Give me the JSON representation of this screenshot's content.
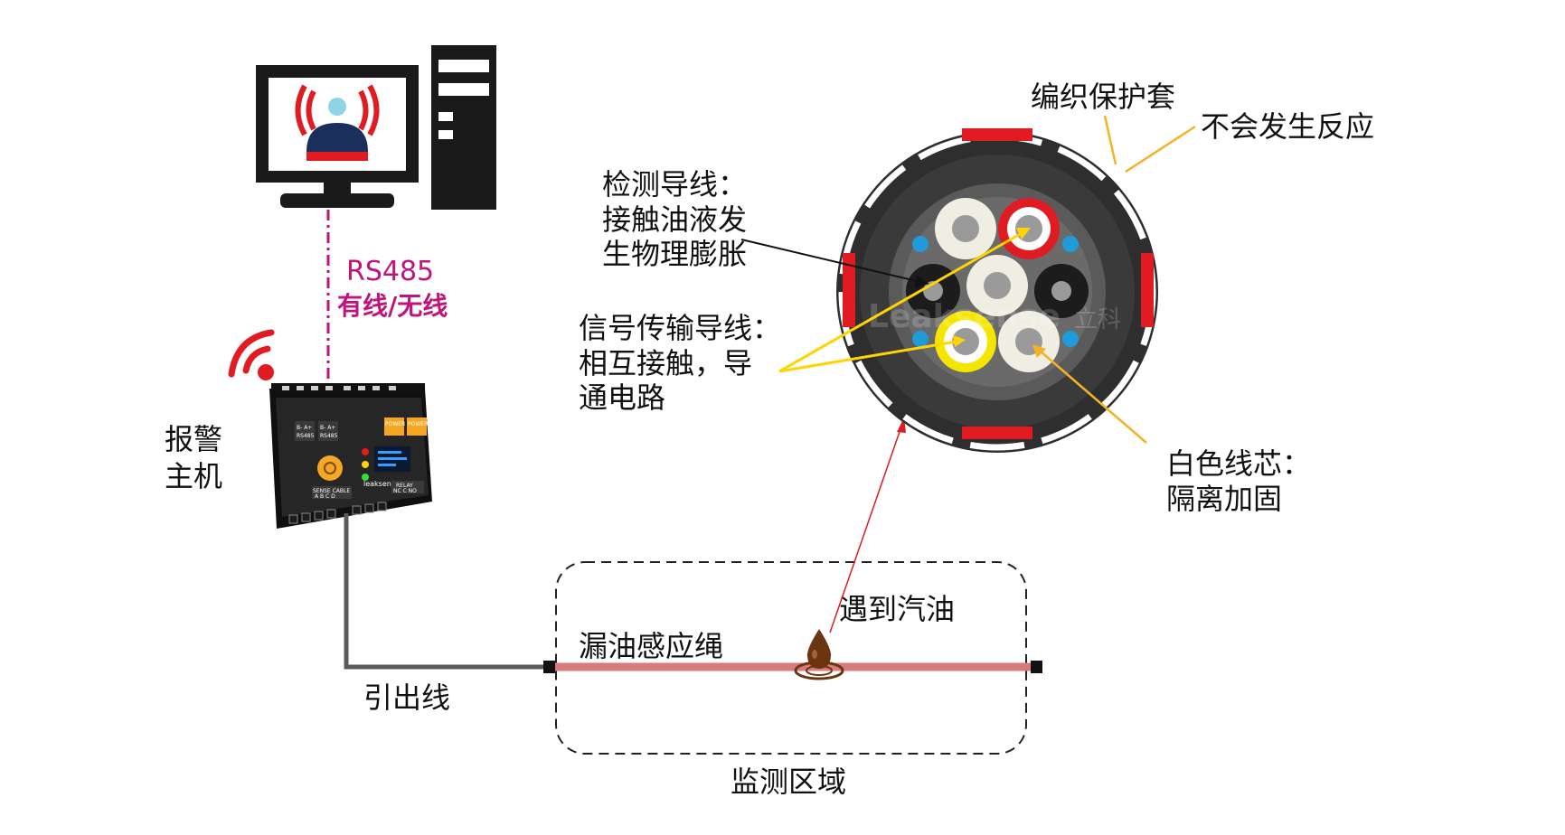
{
  "colors": {
    "accent_red": "#e01b22",
    "rs485_magenta": "#c0147a",
    "rope_pink": "#d97a7a",
    "pointer_yellow": "#ffd400",
    "pointer_orange": "#f5b324",
    "oil_brown": "#6b3512",
    "device_dark": "#1f1f1f"
  },
  "icons": [
    "computer-monitor-icon",
    "computer-tower-icon",
    "user-alarm-icon",
    "wifi-signal-icon",
    "oil-drop-icon"
  ],
  "labels": {
    "rs485": "RS485",
    "wired_wireless": "有线/无线",
    "alarm_host_line1": "报警",
    "alarm_host_line2": "主机",
    "lead_wire": "引出线",
    "leak_rope": "漏油感应绳",
    "meet_gasoline": "遇到汽油",
    "monitor_area": "监测区域",
    "braided_jacket": "编织保护套",
    "no_reaction": "不会发生反应",
    "sense_wire_l1": "检测导线：",
    "sense_wire_l2": "接触油液发",
    "sense_wire_l3": "生物理膨胀",
    "signal_wire_l1": "信号传输导线：",
    "signal_wire_l2": "相互接触，导",
    "signal_wire_l3": "通电路",
    "white_core_l1": "白色线芯：",
    "white_core_l2": "隔离加固"
  },
  "device": {
    "rs485_a": "B-  A+",
    "rs485_a_sub": "RS485",
    "rs485_b": "B-  A+",
    "rs485_b_sub": "RS485",
    "power1": "POWER",
    "power2": "POWER",
    "brand": "leaksense",
    "sense_cable": "SENSE CABLE",
    "sense_cable_pins": "A  B  C  D",
    "relay": "RELAY",
    "relay_pins": "NC  C  NO"
  },
  "watermark": "Leaksense",
  "watermark_cn": "立科"
}
